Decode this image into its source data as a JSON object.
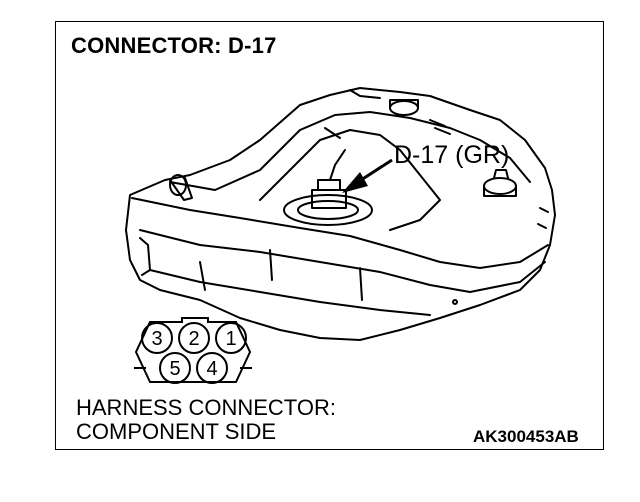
{
  "title": "CONNECTOR: D-17",
  "callout_label": "D-17 (GR)",
  "caption": {
    "line1": "HARNESS CONNECTOR:",
    "line2": "COMPONENT SIDE"
  },
  "figure_code": "AK300453AB",
  "connector_pins": {
    "top_row": [
      "3",
      "2",
      "1"
    ],
    "bottom_row": [
      "5",
      "4"
    ]
  }
}
